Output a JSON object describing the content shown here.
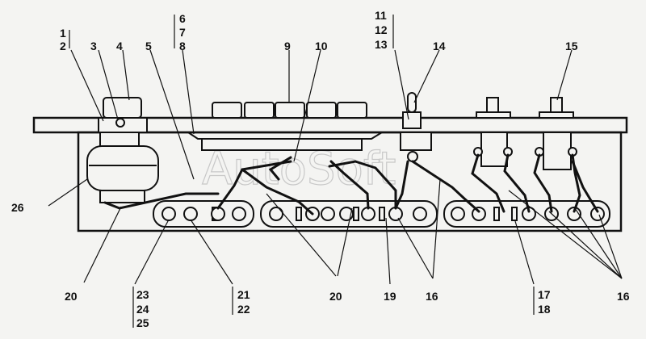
{
  "labels": {
    "l1": "1",
    "l2": "2",
    "l3": "3",
    "l4": "4",
    "l5": "5",
    "l6": "6",
    "l7": "7",
    "l8": "8",
    "l9": "9",
    "l10": "10",
    "l11": "11",
    "l12": "12",
    "l13": "13",
    "l14": "14",
    "l15": "15",
    "l16a": "16",
    "l16b": "16",
    "l17": "17",
    "l18": "18",
    "l19": "19",
    "l20a": "20",
    "l20b": "20",
    "l21": "21",
    "l22": "22",
    "l23": "23",
    "l24": "24",
    "l25": "25",
    "l26": "26"
  },
  "watermark": "AutoSoft"
}
